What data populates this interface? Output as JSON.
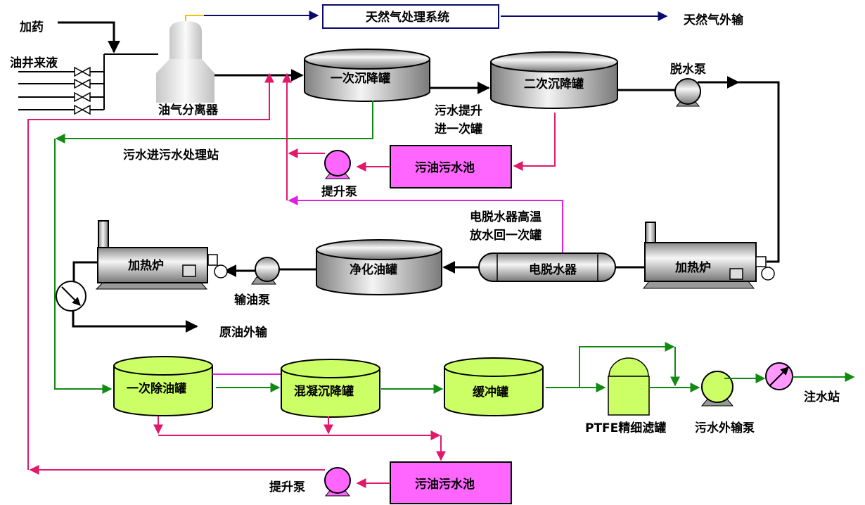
{
  "labels": {
    "dosing": "加药",
    "well_fluid": "油井来液",
    "separator": "油气分离器",
    "gas_system": "天然气处理系统",
    "gas_export": "天然气外输",
    "tank_primary_settling": "一次沉降罐",
    "tank_secondary_settling": "二次沉降罐",
    "dehydration_pump": "脱水泵",
    "sewage_lift_line1": "污水提升",
    "sewage_lift_line2": "进一次罐",
    "sewage_to_station": "污水进污水处理站",
    "sludge_pool": "污油污水池",
    "lift_pump": "提升泵",
    "dehydrator_return_line1": "电脱水器高温",
    "dehydrator_return_line2": "放水回一次罐",
    "heater": "加热炉",
    "oil_pump": "输油泵",
    "clean_oil_tank": "净化油罐",
    "electric_dehydrator": "电脱水器",
    "crude_export": "原油外输",
    "primary_oil_removal_tank": "一次除油罐",
    "coagulation_tank": "混凝沉降罐",
    "buffer_tank": "缓冲罐",
    "ptfe_filter": "PTFE精细滤罐",
    "sewage_export_pump": "污水外输泵",
    "injection_station": "注水站",
    "sludge_pool_2": "污油污水池",
    "lift_pump_2": "提升泵"
  },
  "colors": {
    "oil_line": "#000000",
    "gas_line": "#0a0a6e",
    "sludge_line": "#e0196b",
    "return_line": "#e020e0",
    "water_line": "#118a11",
    "pool_fill": "#ff66ff",
    "water_tank_fill": "#ccff66",
    "oil_tank_fill": "#b0b0b0"
  }
}
